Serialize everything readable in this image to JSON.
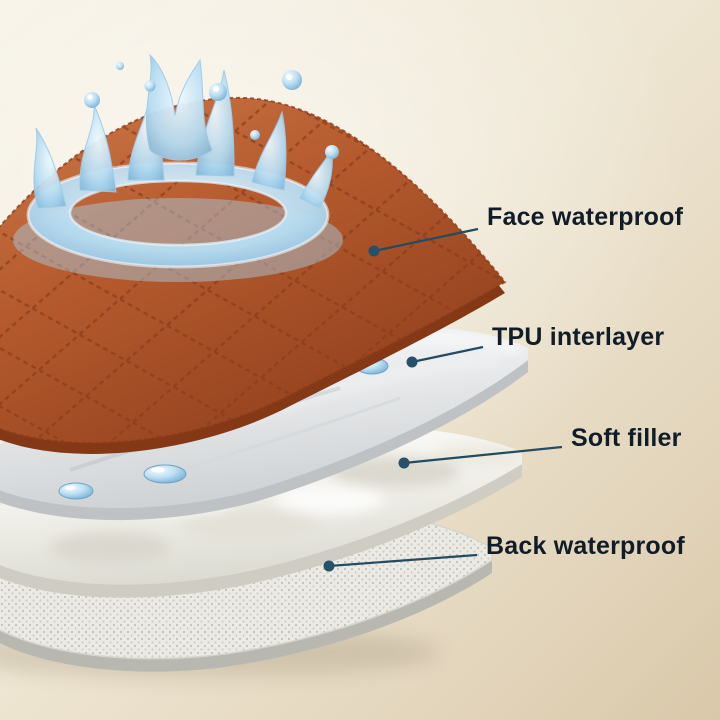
{
  "illustration": {
    "layers": [
      {
        "id": "face-waterproof",
        "label": "Face waterproof",
        "color": "#b55a2e"
      },
      {
        "id": "tpu-interlayer",
        "label": "TPU interlayer",
        "color": "#e9eaec"
      },
      {
        "id": "soft-filler",
        "label": "Soft filler",
        "color": "#f6f6f2"
      },
      {
        "id": "back-waterproof",
        "label": "Back waterproof",
        "color": "#ecebe7"
      }
    ],
    "colors": {
      "background_start": "#f6f1e4",
      "background_end": "#d9c8a9",
      "callout": "#234b61",
      "label_text": "#101c28",
      "water": "#8fc4e4",
      "quilt_stitch": "#8a3c1a"
    }
  }
}
